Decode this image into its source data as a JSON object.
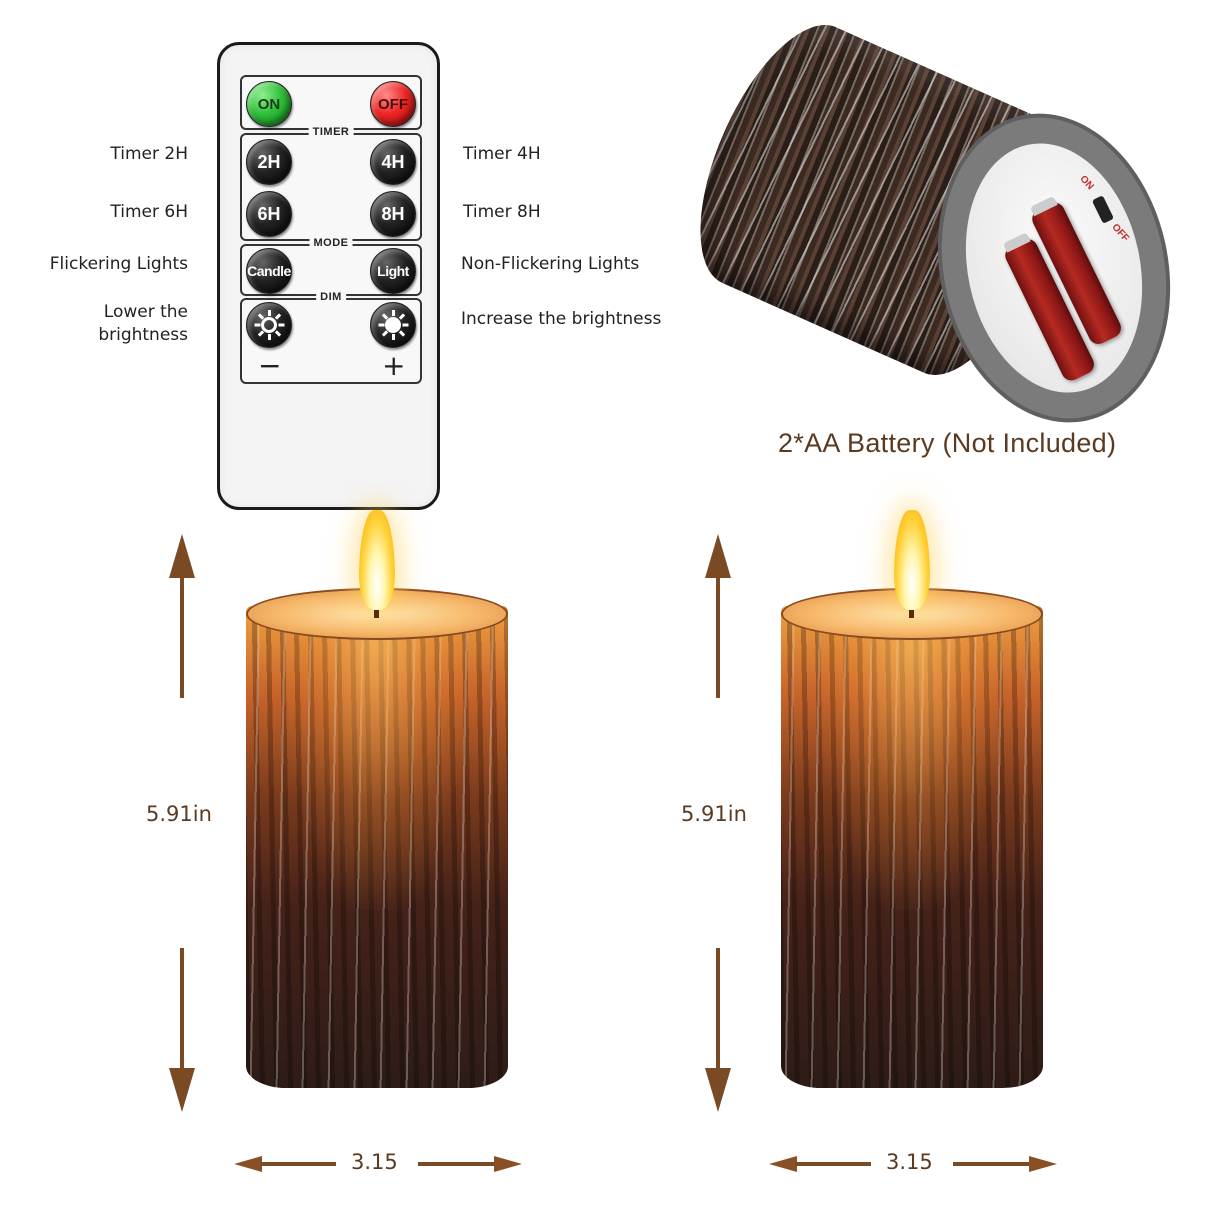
{
  "remote": {
    "power": {
      "on_label": "ON",
      "off_label": "OFF"
    },
    "timer": {
      "title": "TIMER",
      "buttons": [
        "2H",
        "4H",
        "6H",
        "8H"
      ]
    },
    "mode": {
      "title": "MODE",
      "buttons": [
        "Candle",
        "Light"
      ]
    },
    "dim": {
      "title": "DIM",
      "minus": "−",
      "plus": "+"
    }
  },
  "labels": {
    "left": {
      "timer_2h": "Timer 2H",
      "timer_6h": "Timer 6H",
      "flickering": "Flickering Lights",
      "lower_line1": "Lower the",
      "lower_line2": "brightness"
    },
    "right": {
      "timer_4h": "Timer 4H",
      "timer_8h": "Timer 8H",
      "non_flickering": "Non-Flickering Lights",
      "increase": "Increase the brightness"
    }
  },
  "battery": {
    "caption": "2*AA Battery (Not Included)",
    "switch_on": "ON",
    "switch_off": "OFF"
  },
  "candles": [
    {
      "height_label": "5.91in",
      "width_label": "3.15"
    },
    {
      "height_label": "5.91in",
      "width_label": "3.15"
    }
  ],
  "colors": {
    "accent_brown": "#7a4a25",
    "caption_brown": "#5b3a22",
    "on_green": "#2fbf3a",
    "off_red": "#ee2525"
  }
}
